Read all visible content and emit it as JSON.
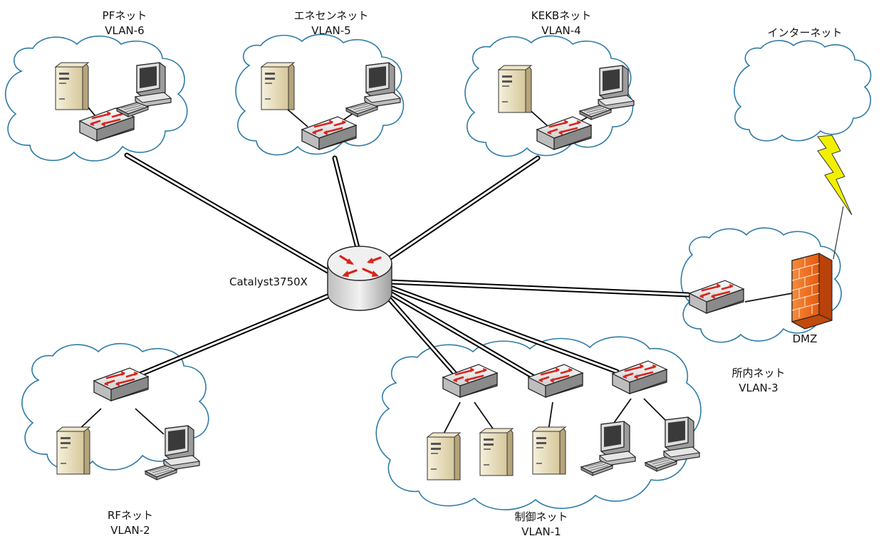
{
  "core": {
    "label": "Catalyst3750X"
  },
  "networks": [
    {
      "id": "pf",
      "name": "PFネット",
      "vlan": "VLAN-6"
    },
    {
      "id": "enesen",
      "name": "エネセンネット",
      "vlan": "VLAN-5"
    },
    {
      "id": "kekb",
      "name": "KEKBネット",
      "vlan": "VLAN-4"
    },
    {
      "id": "internet",
      "name": "インターネット"
    },
    {
      "id": "shonai",
      "name": "所内ネット",
      "vlan": "VLAN-3",
      "dmz_label": "DMZ"
    },
    {
      "id": "rf",
      "name": "RFネット",
      "vlan": "VLAN-2"
    },
    {
      "id": "seigyo",
      "name": "制御ネット",
      "vlan": "VLAN-1"
    }
  ],
  "colors": {
    "cloud_stroke": "#2e7ba6",
    "arrow_red": "#d8251d",
    "firewall": "#f26a1b",
    "lightning": "#f2f000"
  },
  "icons": [
    "router-icon",
    "switch-icon",
    "server-icon",
    "workstation-icon",
    "firewall-icon",
    "lightning-bolt-icon",
    "cloud-icon"
  ]
}
